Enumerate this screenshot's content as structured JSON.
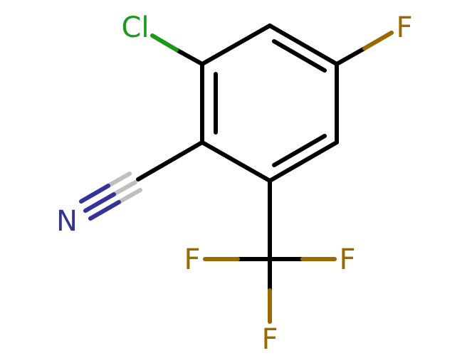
{
  "molecule": {
    "name_labels": {
      "cl": "Cl",
      "f_ring": "F",
      "n": "N",
      "f_left": "F",
      "f_right": "F",
      "f_bottom": "F"
    },
    "colors": {
      "bond": "#000000",
      "chlorine": "#1a9a1a",
      "fluorine": "#9a6a00",
      "nitrogen": "#33339a",
      "carbon_nitrile": "#bfbfbf"
    }
  }
}
